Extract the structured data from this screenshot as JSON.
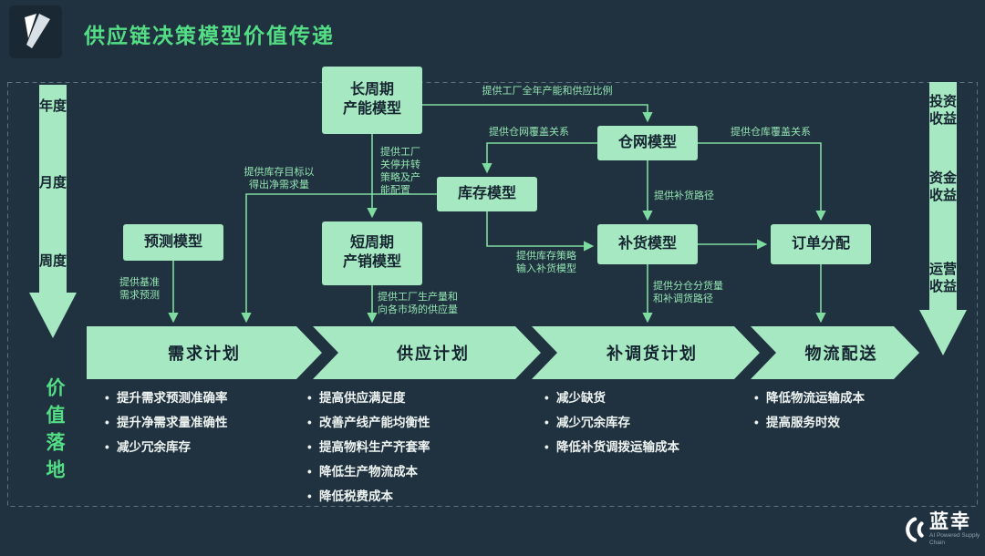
{
  "header": {
    "title": "供应链决策模型价值传递"
  },
  "left_axis": {
    "items": [
      "年度",
      "月度",
      "周度"
    ],
    "footer": "价值落地"
  },
  "right_axis": {
    "items": [
      {
        "line1": "投资",
        "line2": "收益"
      },
      {
        "line1": "资金",
        "line2": "收益"
      },
      {
        "line1": "运营",
        "line2": "收益"
      }
    ]
  },
  "models": {
    "long_cycle": {
      "line1": "长周期",
      "line2": "产能模型"
    },
    "warehouse_network": {
      "label": "仓网模型"
    },
    "inventory": {
      "label": "库存模型"
    },
    "forecast": {
      "label": "预测模型"
    },
    "short_cycle": {
      "line1": "短周期",
      "line2": "产销模型"
    },
    "replenishment": {
      "label": "补货模型"
    },
    "order_allocation": {
      "label": "订单分配"
    }
  },
  "edges": {
    "annual_capacity": "提供工厂全年产能和供应比例",
    "network_coverage": "提供仓网覆盖关系",
    "warehouse_coverage": "提供仓库覆盖关系",
    "factory_strategy": {
      "lines": [
        "提供工厂",
        "关停并转",
        "策略及产",
        "能配置"
      ]
    },
    "inventory_target": {
      "lines": [
        "提供库存目标以",
        "得出净需求量"
      ]
    },
    "replenish_path": "提供补货路径",
    "inventory_policy": {
      "lines": [
        "提供库存策略",
        "输入补货模型"
      ]
    },
    "baseline_forecast": {
      "lines": [
        "提供基准",
        "需求预测"
      ]
    },
    "production_supply": {
      "lines": [
        "提供工厂生产量和",
        "向各市场的供应量"
      ]
    },
    "allocation_route": {
      "lines": [
        "提供分仓分货量",
        "和补调货路径"
      ]
    }
  },
  "stages": [
    {
      "label": "需求计划",
      "benefits": [
        "提升需求预测准确率",
        "提升净需求量准确性",
        "减少冗余库存"
      ]
    },
    {
      "label": "供应计划",
      "benefits": [
        "提高供应满足度",
        "改善产线产能均衡性",
        "提高物料生产齐套率",
        "降低生产物流成本",
        "降低税费成本"
      ]
    },
    {
      "label": "补调货计划",
      "benefits": [
        "减少缺货",
        "减少冗余库存",
        "降低补货调拨运输成本"
      ]
    },
    {
      "label": "物流配送",
      "benefits": [
        "降低物流运输成本",
        "提高服务时效"
      ]
    }
  ],
  "footer_logo": {
    "name": "蓝幸",
    "tagline": "AI Powered Supply Chain"
  },
  "colors": {
    "background": "#203140",
    "accent_green": "#53dd84",
    "box_fill": "#a6e8c1",
    "box_text": "#152430",
    "line_green": "#7fdca0",
    "label_green": "#93e5b1",
    "white": "#eef4f1"
  }
}
